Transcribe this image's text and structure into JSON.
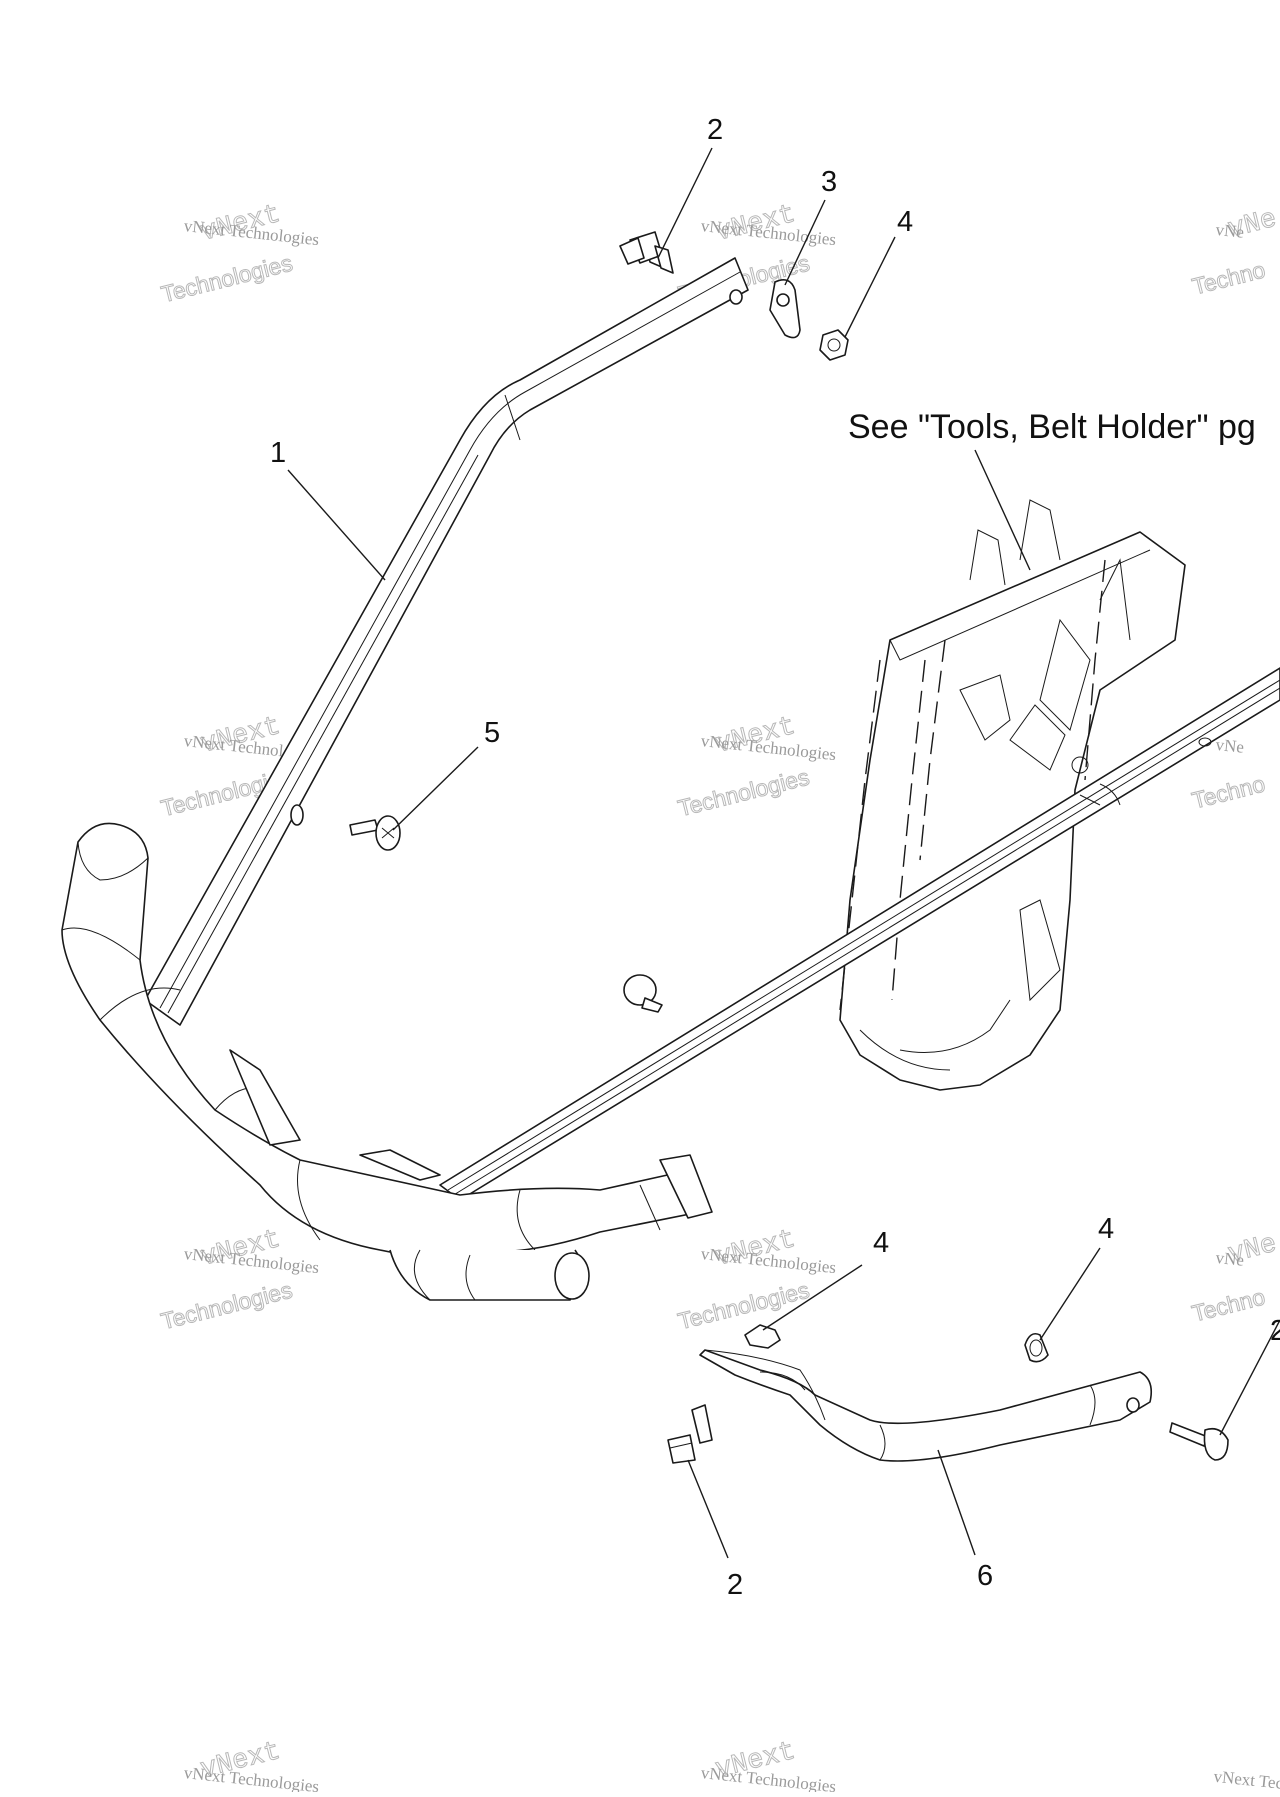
{
  "diagram": {
    "note": "See \"Tools, Belt Holder\" pg",
    "callouts": [
      "2",
      "3",
      "4",
      "1",
      "5",
      "4",
      "4",
      "2",
      "2",
      "6"
    ]
  },
  "watermark": {
    "line1": "vNext Technologies",
    "line2": "vNext",
    "line3": "Technologies",
    "partial1": "vNe",
    "partial2": "Techno",
    "partial3": "vNext Tec"
  }
}
